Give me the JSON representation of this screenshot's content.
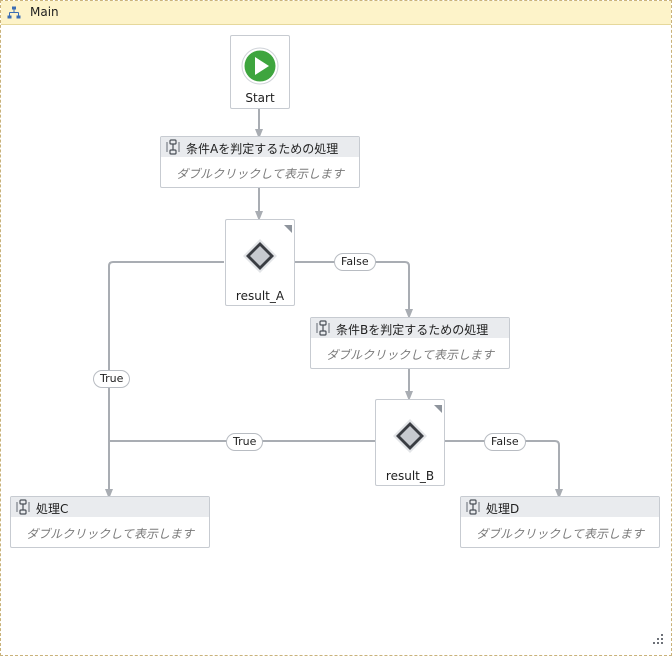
{
  "container": {
    "title": "Main",
    "icon": "flowchart-icon"
  },
  "start": {
    "label": "Start",
    "icon": "play-icon"
  },
  "activities": {
    "condition_a": {
      "title": "条件Aを判定するための処理",
      "hint": "ダブルクリックして表示します",
      "icon": "sequence-icon"
    },
    "condition_b": {
      "title": "条件Bを判定するための処理",
      "hint": "ダブルクリックして表示します",
      "icon": "sequence-icon"
    },
    "process_c": {
      "title": "処理C",
      "hint": "ダブルクリックして表示します",
      "icon": "sequence-icon"
    },
    "process_d": {
      "title": "処理D",
      "hint": "ダブルクリックして表示します",
      "icon": "sequence-icon"
    }
  },
  "decisions": {
    "result_a": {
      "label": "result_A",
      "icon": "decision-diamond-icon",
      "true_label": "True",
      "false_label": "False"
    },
    "result_b": {
      "label": "result_B",
      "icon": "decision-diamond-icon",
      "true_label": "True",
      "false_label": "False"
    }
  },
  "colors": {
    "connector": "#a9adb3",
    "start_green": "#3ea53e",
    "header_bg": "#fdf3c9"
  }
}
